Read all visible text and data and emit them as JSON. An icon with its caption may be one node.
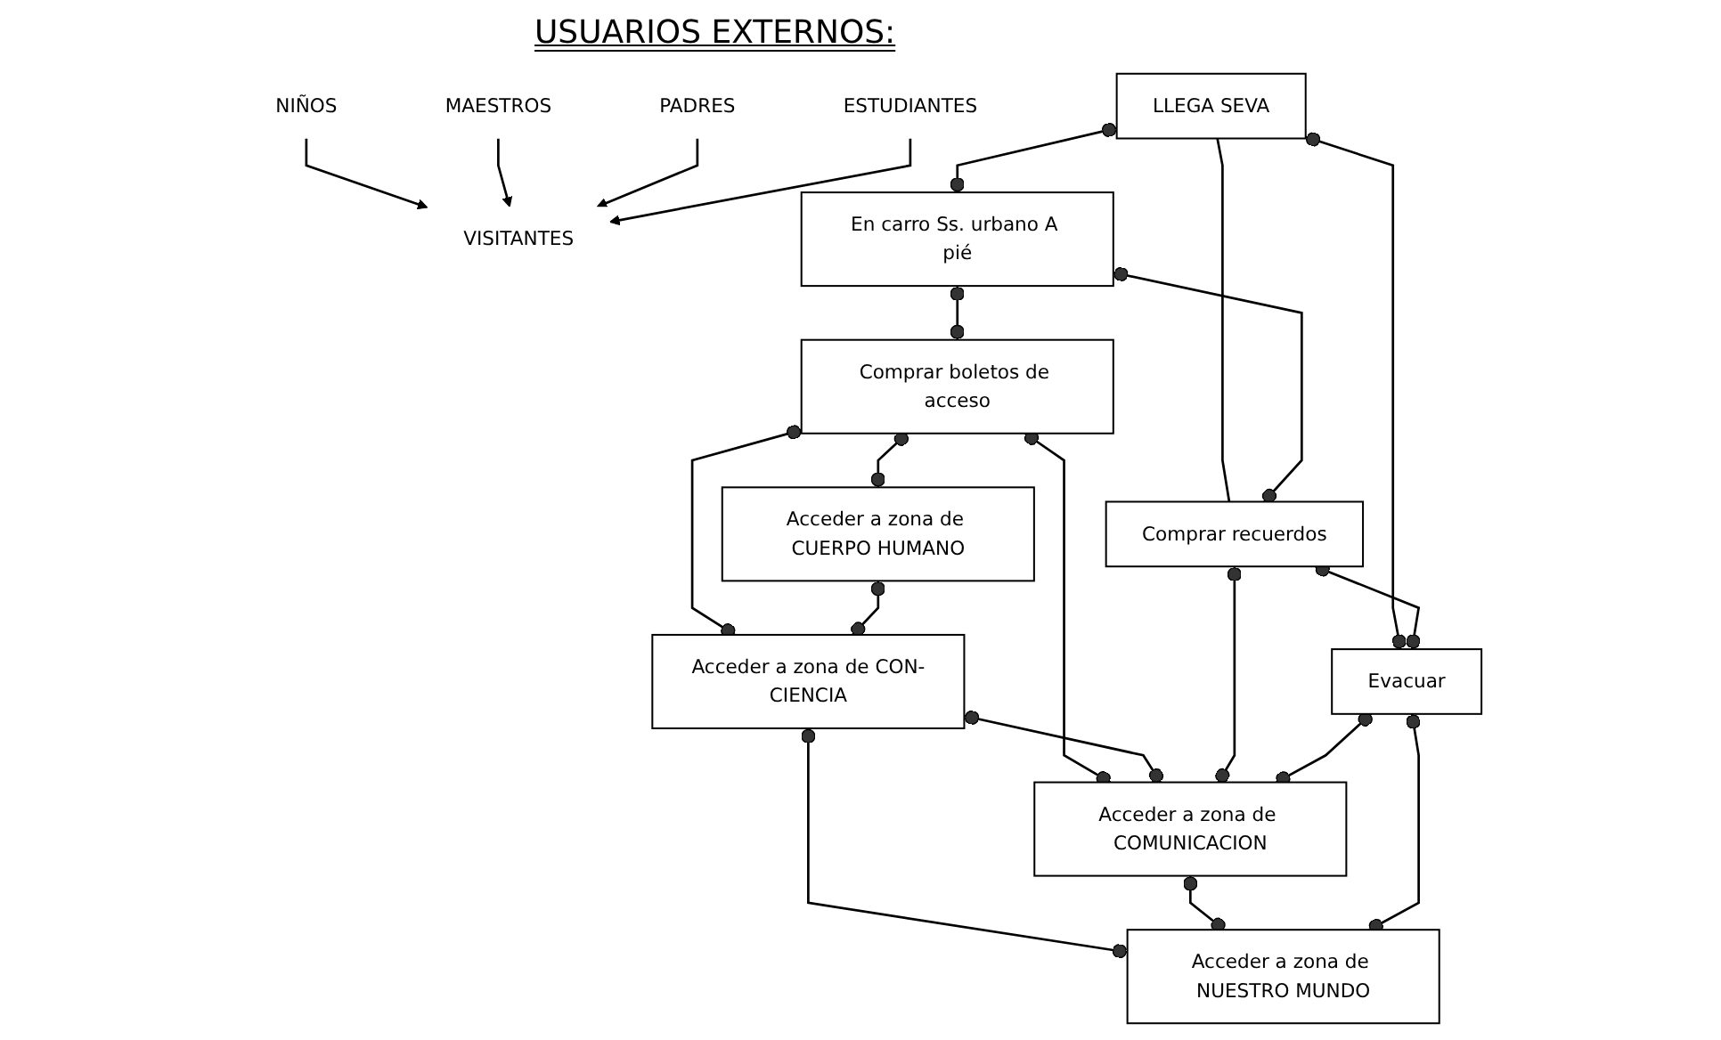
{
  "diagram": {
    "title": "USUARIOS EXTERNOS:",
    "nodes": [
      {
        "text": [
          "NIÑOS"
        ]
      },
      {
        "text": [
          "MAESTROS"
        ]
      },
      {
        "text": [
          "PADRES"
        ]
      },
      {
        "text": [
          "ESTUDIANTES"
        ]
      },
      {
        "text": [
          "VISITANTES"
        ]
      },
      {
        "text": [
          "LLEGA SEVA"
        ]
      },
      {
        "text": [
          "En carro Ss. urbano A pié"
        ]
      },
      {
        "text": [
          "Comprar boletos de acceso"
        ]
      },
      {
        "text": [
          "Acceder a zona de CUERPO HUMANO"
        ]
      },
      {
        "text": [
          "Acceder a zona de CON-CIENCIA"
        ]
      },
      {
        "text": [
          "Comprar recuerdos"
        ]
      },
      {
        "text": [
          "Acceder a zona de COMUNICACION"
        ]
      },
      {
        "text": [
          "Acceder a zona de NUESTRO MUNDO"
        ]
      },
      {
        "text": [
          "Evacuar"
        ]
      }
    ],
    "edges": [
      {
        "from": 0,
        "to": 4,
        "arrow": "to"
      },
      {
        "from": 1,
        "to": 4,
        "arrow": "to"
      },
      {
        "from": 2,
        "to": 4,
        "arrow": "to"
      },
      {
        "from": 3,
        "to": 4,
        "arrow": "to"
      },
      {
        "from": 5,
        "to": 6,
        "arrow": "other"
      },
      {
        "from": 5,
        "to": 10,
        "arrow": "none"
      },
      {
        "from": 5,
        "to": 13,
        "arrow": "other"
      },
      {
        "from": 6,
        "to": 10,
        "arrow": "other"
      },
      {
        "from": 6,
        "to": 7,
        "arrow": "other"
      },
      {
        "from": 7,
        "to": 8,
        "arrow": "other"
      },
      {
        "from": 7,
        "to": 9,
        "arrow": "other"
      },
      {
        "from": 7,
        "to": 11,
        "arrow": "other"
      },
      {
        "from": 8,
        "to": 9,
        "arrow": "other"
      },
      {
        "from": 9,
        "to": 11,
        "arrow": "other"
      },
      {
        "from": 9,
        "to": 12,
        "arrow": "other"
      },
      {
        "from": 10,
        "to": 11,
        "arrow": "other"
      },
      {
        "from": 10,
        "to": 13,
        "arrow": "other"
      },
      {
        "from": 13,
        "to": 11,
        "arrow": "other"
      },
      {
        "from": 11,
        "to": 12,
        "arrow": "other"
      },
      {
        "from": 13,
        "to": 12,
        "arrow": "other"
      }
    ]
  }
}
